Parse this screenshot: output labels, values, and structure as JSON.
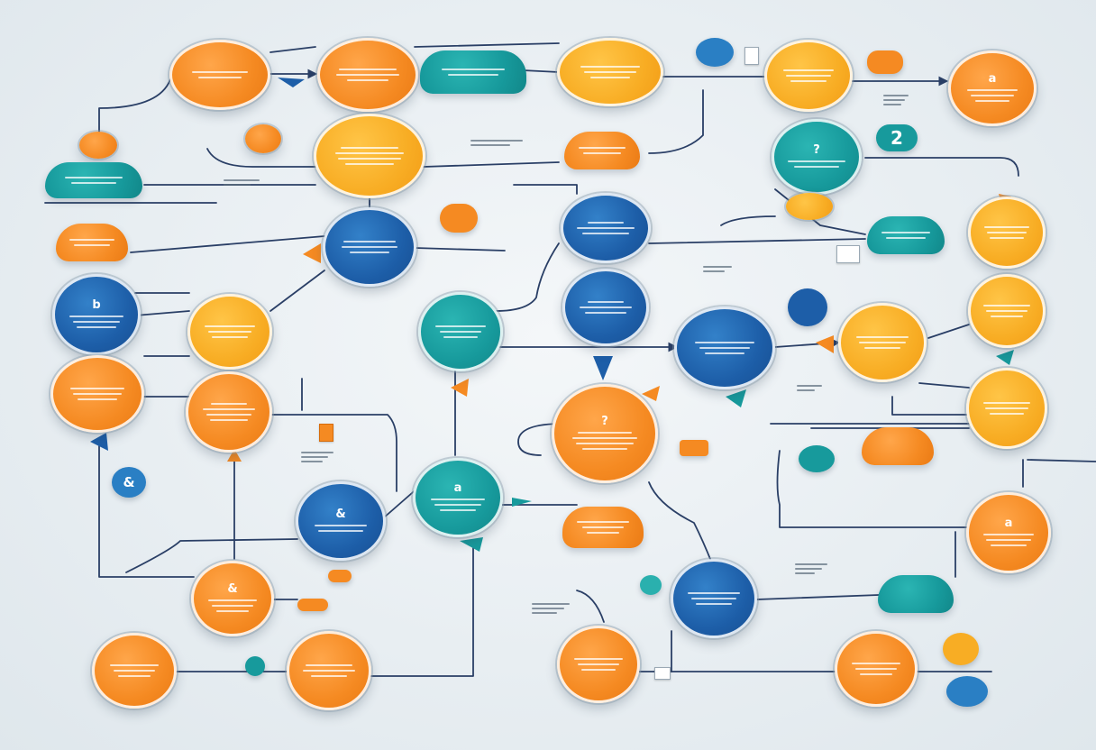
{
  "diagram": {
    "palette": {
      "orange": "#f58a22",
      "yellow": "#f8ad24",
      "blue": "#1d5ea8",
      "teal": "#179a9c",
      "connector": "#2a3f66",
      "background": "#e8eef2"
    },
    "glyph_labels": [
      "2",
      "&",
      "?",
      "a",
      "b"
    ],
    "icons": [
      "pointer-arrow-icon",
      "document-icon",
      "speech-bubble-icon",
      "hand-cursor-icon",
      "gear-icon"
    ]
  }
}
